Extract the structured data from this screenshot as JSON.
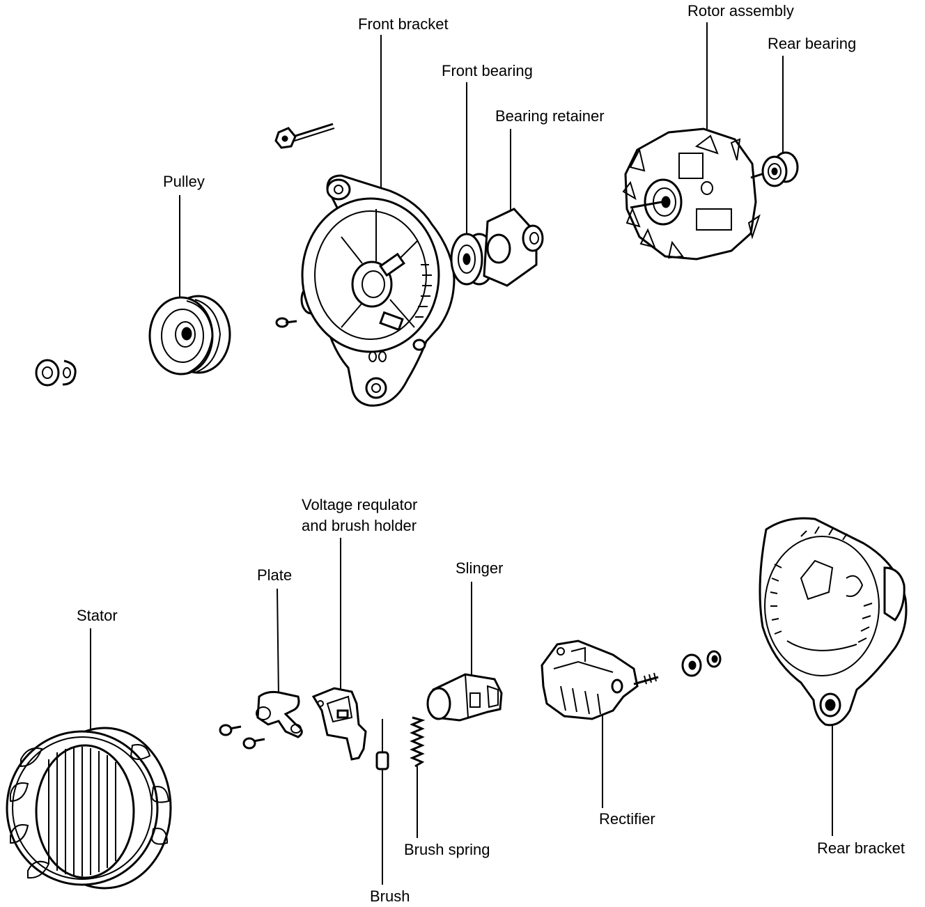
{
  "colors": {
    "ink": "#000000",
    "paper": "#ffffff"
  },
  "labels": {
    "front_bracket": "Front bracket",
    "rotor_assembly": "Rotor assembly",
    "rear_bearing": "Rear bearing",
    "front_bearing": "Front bearing",
    "bearing_retainer": "Bearing retainer",
    "pulley": "Pulley",
    "voltage_regulator": "Voltage requlator\nand brush holder",
    "plate": "Plate",
    "slinger": "Slinger",
    "stator": "Stator",
    "rectifier": "Rectifier",
    "brush_spring": "Brush spring",
    "rear_bracket": "Rear bracket",
    "brush": "Brush"
  }
}
